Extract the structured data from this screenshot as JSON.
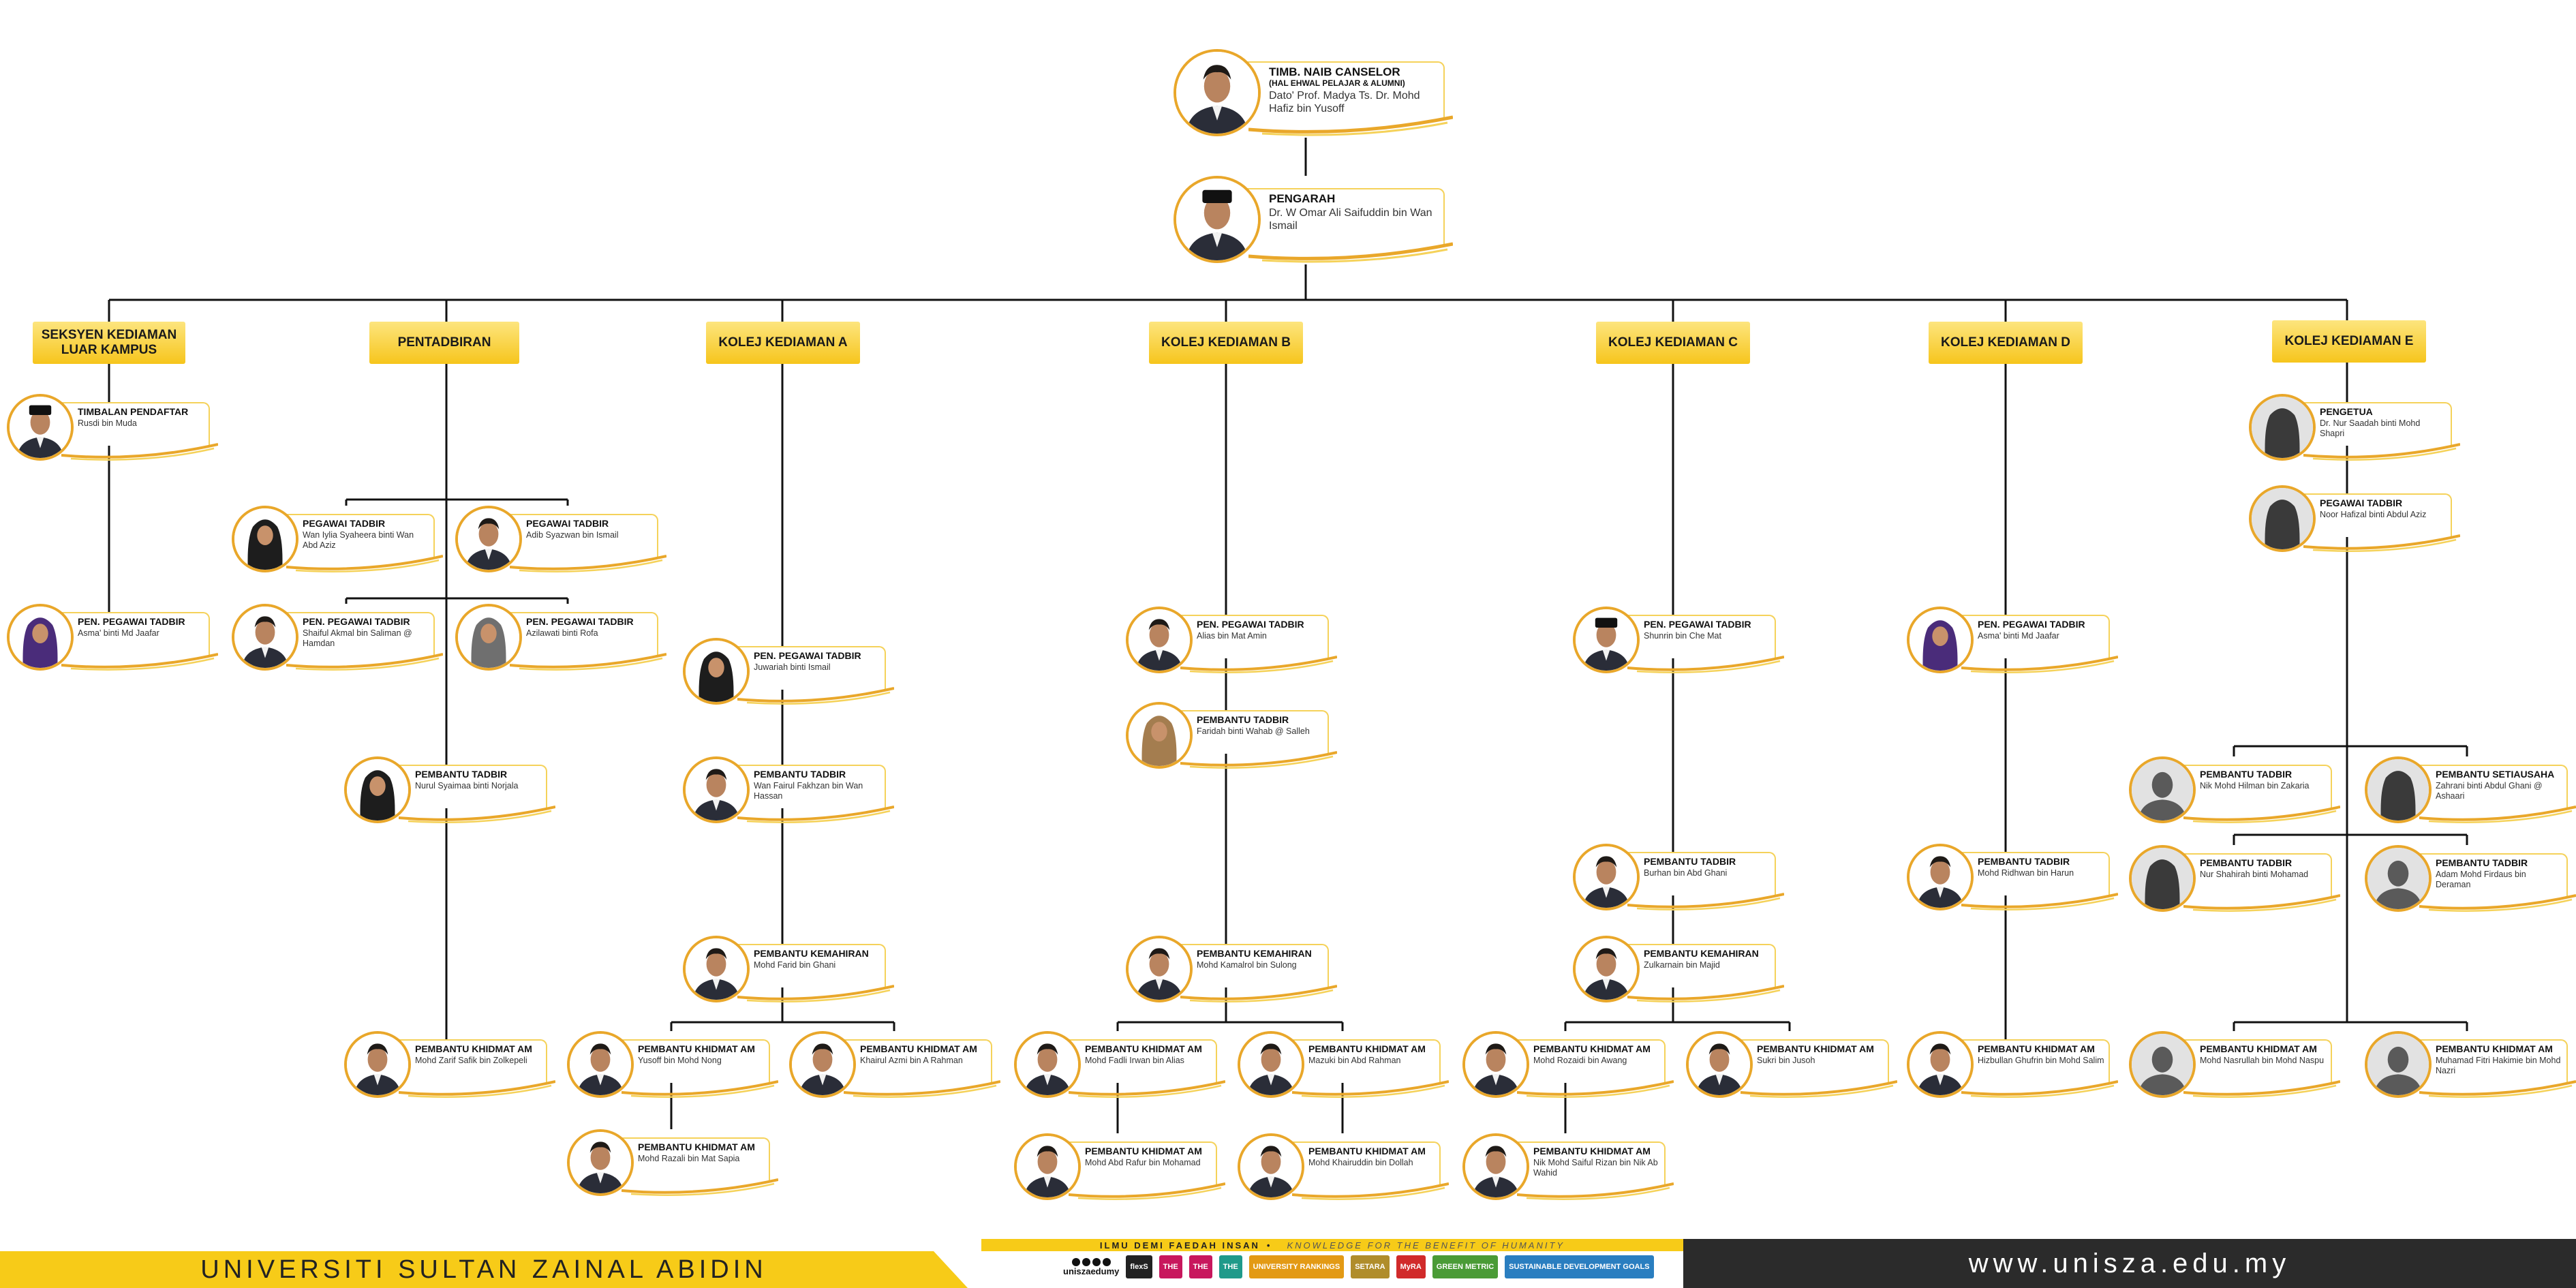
{
  "top": {
    "tnc": {
      "title": "TIMB. NAIB CANSELOR",
      "subtitle": "(HAL EHWAL PELAJAR & ALUMNI)",
      "name": "Dato' Prof. Madya Ts. Dr. Mohd Hafiz bin Yusoff"
    },
    "pengarah": {
      "title": "PENGARAH",
      "name": "Dr. W Omar Ali Saifuddin bin Wan Ismail"
    }
  },
  "units": [
    {
      "id": "u0",
      "label": "SEKSYEN KEDIAMAN LUAR KAMPUS"
    },
    {
      "id": "u1",
      "label": "PENTADBIRAN"
    },
    {
      "id": "u2",
      "label": "KOLEJ KEDIAMAN A"
    },
    {
      "id": "u3",
      "label": "KOLEJ KEDIAMAN B"
    },
    {
      "id": "u4",
      "label": "KOLEJ KEDIAMAN C"
    },
    {
      "id": "u5",
      "label": "KOLEJ KEDIAMAN D"
    },
    {
      "id": "u6",
      "label": "KOLEJ KEDIAMAN E"
    }
  ],
  "staff": [
    {
      "title": "TIMBALAN PENDAFTAR",
      "name": "Rusdi bin Muda",
      "photo": "male-songkok"
    },
    {
      "title": "PEN. PEGAWAI TADBIR",
      "name": "Asma' binti Md Jaafar",
      "photo": "female-hijab-purple"
    },
    {
      "title": "PEGAWAI TADBIR",
      "name": "Wan Iylia Syaheera binti Wan Abd Aziz",
      "photo": "female-hijab-dark"
    },
    {
      "title": "PEGAWAI TADBIR",
      "name": "Adib Syazwan bin Ismail",
      "photo": "male"
    },
    {
      "title": "PEN. PEGAWAI TADBIR",
      "name": "Shaiful Akmal bin Saliman @ Hamdan",
      "photo": "male"
    },
    {
      "title": "PEN. PEGAWAI TADBIR",
      "name": "Azilawati binti Rofa",
      "photo": "female-hijab-grey"
    },
    {
      "title": "PEMBANTU TADBIR",
      "name": "Nurul Syaimaa binti Norjala",
      "photo": "female-hijab-dark"
    },
    {
      "title": "PEMBANTU KHIDMAT AM",
      "name": "Mohd Zarif Safik bin Zolkepeli",
      "photo": "male"
    },
    {
      "title": "PEN. PEGAWAI TADBIR",
      "name": "Juwariah binti Ismail",
      "photo": "female-hijab-dark"
    },
    {
      "title": "PEMBANTU TADBIR",
      "name": "Wan Fairul Fakhzan bin Wan Hassan",
      "photo": "male"
    },
    {
      "title": "PEMBANTU KEMAHIRAN",
      "name": "Mohd Farid bin Ghani",
      "photo": "male"
    },
    {
      "title": "PEMBANTU KHIDMAT AM",
      "name": "Yusoff bin Mohd Nong",
      "photo": "male"
    },
    {
      "title": "PEMBANTU KHIDMAT AM",
      "name": "Khairul Azmi bin A Rahman",
      "photo": "male"
    },
    {
      "title": "PEMBANTU KHIDMAT AM",
      "name": "Mohd Razali bin Mat Sapia",
      "photo": "male"
    },
    {
      "title": "PEN. PEGAWAI TADBIR",
      "name": "Alias bin Mat Amin",
      "photo": "male"
    },
    {
      "title": "PEMBANTU TADBIR",
      "name": "Faridah binti Wahab @ Salleh",
      "photo": "female-hijab-tan"
    },
    {
      "title": "PEMBANTU KEMAHIRAN",
      "name": "Mohd Kamalrol bin Sulong",
      "photo": "male"
    },
    {
      "title": "PEMBANTU KHIDMAT AM",
      "name": "Mohd Fadli Irwan bin Alias",
      "photo": "male"
    },
    {
      "title": "PEMBANTU KHIDMAT AM",
      "name": "Mazuki bin Abd Rahman",
      "photo": "male"
    },
    {
      "title": "PEMBANTU KHIDMAT AM",
      "name": "Mohd Abd Rafur bin Mohamad",
      "photo": "male"
    },
    {
      "title": "PEMBANTU KHIDMAT AM",
      "name": "Mohd Khairuddin bin Dollah",
      "photo": "male"
    },
    {
      "title": "PEN. PEGAWAI TADBIR",
      "name": "Shunrin bin Che  Mat",
      "photo": "male-songkok"
    },
    {
      "title": "PEMBANTU TADBIR",
      "name": "Burhan bin Abd Ghani",
      "photo": "male"
    },
    {
      "title": "PEMBANTU KEMAHIRAN",
      "name": "Zulkarnain bin Majid",
      "photo": "male"
    },
    {
      "title": "PEMBANTU KHIDMAT AM",
      "name": "Mohd Rozaidi bin Awang",
      "photo": "male"
    },
    {
      "title": "PEMBANTU KHIDMAT AM",
      "name": "Sukri bin Jusoh",
      "photo": "male"
    },
    {
      "title": "PEMBANTU KHIDMAT AM",
      "name": "Nik Mohd Saiful Rizan bin Nik Ab Wahid",
      "photo": "male"
    },
    {
      "title": "PEN. PEGAWAI TADBIR",
      "name": "Asma' binti Md Jaafar",
      "photo": "female-hijab-purple"
    },
    {
      "title": "PEMBANTU TADBIR",
      "name": "Mohd Ridhwan bin Harun",
      "photo": "male"
    },
    {
      "title": "PEMBANTU KHIDMAT AM",
      "name": "Hizbullan Ghufrin bin Mohd Salim",
      "photo": "male"
    },
    {
      "title": "PENGETUA",
      "name": "Dr. Nur Saadah binti Mohd Shapri",
      "photo": "female-silhouette"
    },
    {
      "title": "PEGAWAI TADBIR",
      "name": "Noor Hafizal binti Abdul Aziz",
      "photo": "female-silhouette"
    },
    {
      "title": "PEMBANTU TADBIR",
      "name": "Nik Mohd Hilman bin Zakaria",
      "photo": "male-silhouette"
    },
    {
      "title": "PEMBANTU SETIAUSAHA",
      "name": "Zahrani binti Abdul Ghani @ Ashaari",
      "photo": "female-silhouette"
    },
    {
      "title": "PEMBANTU TADBIR",
      "name": "Nur Shahirah binti Mohamad",
      "photo": "female-silhouette"
    },
    {
      "title": "PEMBANTU TADBIR",
      "name": "Adam Mohd Firdaus bin Deraman",
      "photo": "male-silhouette"
    },
    {
      "title": "PEMBANTU KHIDMAT AM",
      "name": "Mohd Nasrullah bin Mohd Naspu",
      "photo": "male-silhouette"
    },
    {
      "title": "PEMBANTU KHIDMAT AM",
      "name": "Muhamad Fitri Hakimie bin Mohd Nazri",
      "photo": "male-silhouette"
    }
  ],
  "footer": {
    "university": "UNIVERSITI SULTAN ZAINAL ABIDIN",
    "tagline_ms": "ILMU DEMI FAEDAH INSAN",
    "tagline_sep": "•",
    "tagline_en": "KNOWLEDGE FOR THE BENEFIT OF HUMANITY",
    "website": "www.unisza.edu.my",
    "social_handle": "uniszaedumy",
    "logos": [
      {
        "text": "flexS",
        "color": "#222222"
      },
      {
        "text": "THE",
        "color": "#c8175d"
      },
      {
        "text": "THE",
        "color": "#c8175d"
      },
      {
        "text": "THE",
        "color": "#1f9a8a"
      },
      {
        "text": "UNIVERSITY RANKINGS",
        "color": "#e39a14"
      },
      {
        "text": "SETARA",
        "color": "#b08d2b"
      },
      {
        "text": "MyRA",
        "color": "#d12a2a"
      },
      {
        "text": "GREEN METRIC",
        "color": "#4a9b36"
      },
      {
        "text": "SUSTAINABLE DEVELOPMENT GOALS",
        "color": "#2a7ec0"
      }
    ]
  }
}
